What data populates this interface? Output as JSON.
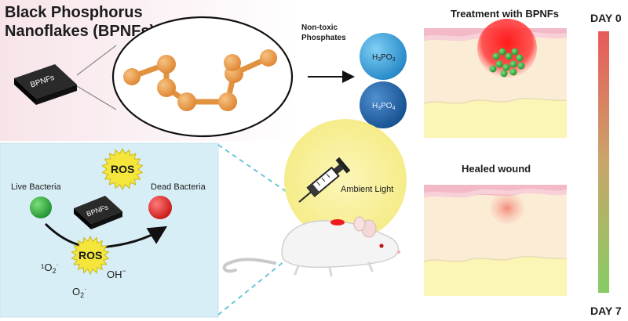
{
  "title_line1": "Black Phosphorus",
  "title_line2": "Nanoflakes (BPNFs)",
  "chip_label": "BPNFs",
  "nontoxic_line1": "Non-toxic",
  "nontoxic_line2": "Phosphates",
  "sphere1": {
    "main": "H",
    "sub1": "3",
    "mid": "PO",
    "sub2": "3"
  },
  "sphere2": {
    "main": "H",
    "sub1": "3",
    "mid": "PO",
    "sub2": "4"
  },
  "treatment_title": "Treatment with BPNFs",
  "healed_title": "Healed wound",
  "day_start": "DAY 0",
  "day_end": "DAY 7",
  "ros_label": "ROS",
  "live_bacteria": "Live Bacteria",
  "dead_bacteria": "Dead Bacteria",
  "chip2_label": "BPNFs",
  "ambient_light": "Ambient Light",
  "singlet_oxygen": {
    "base": "¹O",
    "sub": "2",
    "sup": "·"
  },
  "hydroxyl": {
    "base": "OH",
    "sup": "−"
  },
  "superoxide": {
    "base": "O",
    "sub": "2",
    "sup": "·"
  },
  "colors": {
    "gradient_top": "#e06060",
    "gradient_bottom": "#8ccc66",
    "ros_yellow": "#f4e63a",
    "bp_orange": "#e8953f",
    "sphere_blue": "#3aa0d8",
    "sphere_dark_blue": "#1e6fb0"
  }
}
